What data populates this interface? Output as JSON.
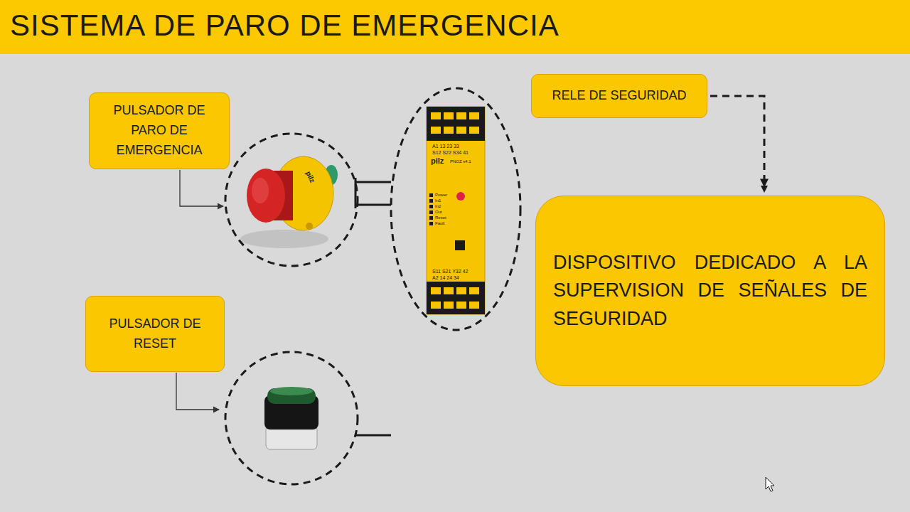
{
  "diagram": {
    "title": "SISTEMA DE PARO DE EMERGENCIA",
    "nodes": [
      {
        "text": [
          "PULSADOR DE PARO DE EMERGENCIA"
        ]
      },
      {
        "text": [
          "RELE DE SEGURIDAD"
        ]
      },
      {
        "text": [
          "DISPOSITIVO DEDICADO A LA SUPERVISION DE SEÑALES DE SEGURIDAD"
        ]
      },
      {
        "text": [
          "PULSADOR DE RESET"
        ]
      }
    ],
    "edges": [
      {
        "from": 1,
        "to": 2,
        "arrow": "to"
      }
    ],
    "labels": [
      "A1 13 23 33",
      "S12 S22 S34 41",
      "pilz",
      "PNOZ s4.1",
      "Power",
      "In1",
      "In2",
      "Out",
      "Reset",
      "Fault",
      "S11 S21 Y32 42",
      "A2 14 24 34",
      "pilz"
    ]
  }
}
